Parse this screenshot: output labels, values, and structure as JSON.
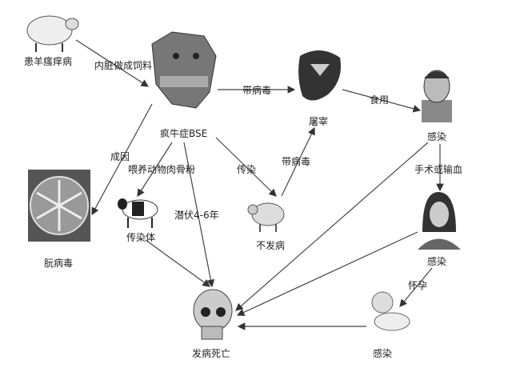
{
  "nodes": {
    "sheep": "患羊瘙痒病",
    "bse": "疯牛症BSE",
    "slaughter": "屠宰",
    "human1": "感染",
    "prion": "朊病毒",
    "carrier": "传染体",
    "pig": "不发病",
    "woman": "感染",
    "baby": "感染",
    "death": "发病死亡"
  },
  "edges": {
    "feed": "内脏做成饲料",
    "virus1": "带病毒",
    "eat": "食用",
    "cause": "成因",
    "bonemeal": "喂养动物肉骨粉",
    "infect": "传染",
    "virus2": "带病毒",
    "surgery": "手术或输血",
    "incubation": "潜伏4-6年",
    "pregnancy": "怀孕"
  }
}
